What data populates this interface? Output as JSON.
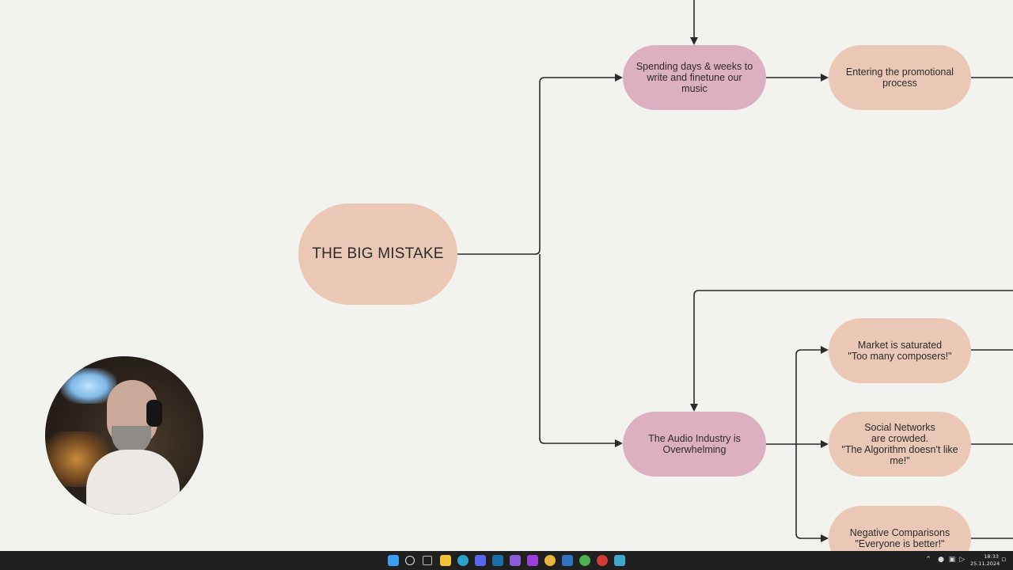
{
  "flowchart": {
    "nodes": {
      "big_mistake": "THE BIG MISTAKE",
      "spending": "Spending days & weeks to\nwrite and finetune our\nmusic",
      "promo": "Entering the promotional\nprocess",
      "audio_industry": "The Audio Industry is\nOverwhelming",
      "market": "Market is saturated\n\"Too many composers!\"",
      "social": "Social Networks\nare crowded.\n\"The Algorithm doesn't like\nme!\"",
      "negative": "Negative Comparisons\n\"Everyone is better!\""
    },
    "colors": {
      "peach": "#ebc8b5",
      "pink": "#ddb0c1",
      "background": "#f2f2ef",
      "connector": "#2b2b2b"
    }
  },
  "taskbar": {
    "icons": [
      {
        "name": "start-windows-icon",
        "color": "#3a9ff0"
      },
      {
        "name": "search-icon",
        "color": "#e0e0e0"
      },
      {
        "name": "task-view-icon",
        "color": "#bdbdbd"
      },
      {
        "name": "file-explorer-icon",
        "color": "#f3c233"
      },
      {
        "name": "edge-browser-icon",
        "color": "#2aa3c9"
      },
      {
        "name": "discord-icon",
        "color": "#5865f2"
      },
      {
        "name": "steam-icon",
        "color": "#1b6fa6"
      },
      {
        "name": "visual-studio-icon",
        "color": "#8a5cd6"
      },
      {
        "name": "affinity-icon",
        "color": "#9a3fd9"
      },
      {
        "name": "chrome-icon",
        "color": "#e9b53c"
      },
      {
        "name": "mail-icon",
        "color": "#2d74c2"
      },
      {
        "name": "chrome-alt-icon",
        "color": "#4caf50"
      },
      {
        "name": "opera-icon",
        "color": "#d33b35"
      },
      {
        "name": "cubase-icon",
        "color": "#3fa7c9"
      }
    ],
    "clock": {
      "time": "18:33",
      "date": "25.11.2024"
    }
  }
}
